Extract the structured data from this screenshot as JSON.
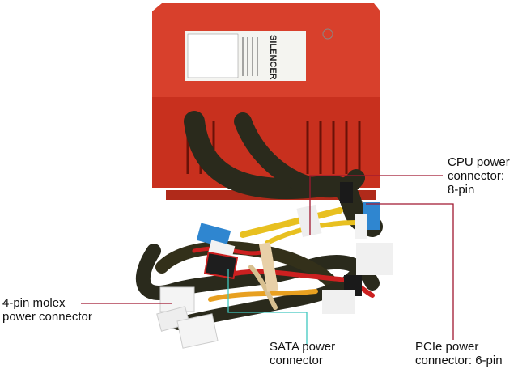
{
  "product": {
    "brand_on_label": "SILENCER",
    "colors": {
      "case": "#d8402c",
      "case_dark": "#a52818",
      "sleeve": "#2a2a1c",
      "yellow": "#e8c020",
      "red_wire": "#cc2020",
      "molex": "#f2f2f2",
      "blue_connector": "#2f86d0",
      "leader_red": "#a01830",
      "leader_cyan": "#40c8c0"
    }
  },
  "callouts": {
    "cpu": "CPU power\nconnector:\n8-pin",
    "molex": "4-pin molex\npower connector",
    "sata": "SATA power\nconnector",
    "pcie": "PCIe power\nconnector: 6-pin"
  }
}
